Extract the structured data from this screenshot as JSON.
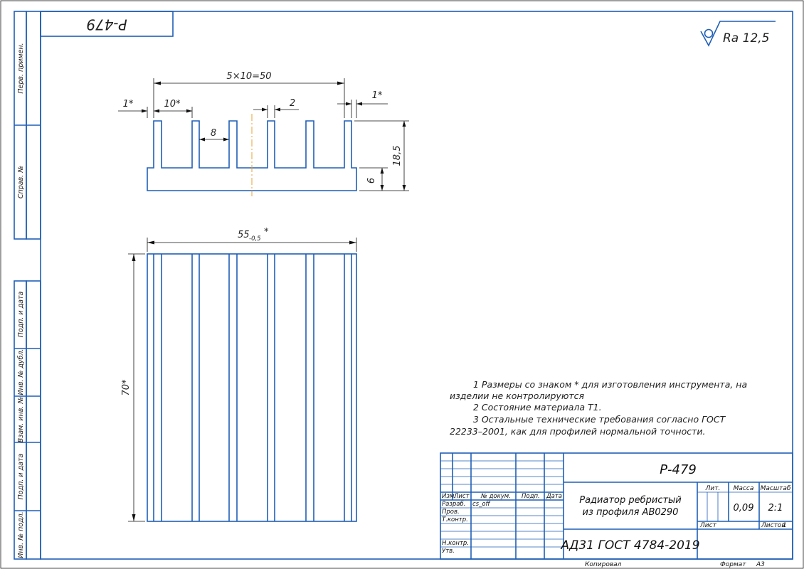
{
  "drawing": {
    "code_box": "Р-479",
    "roughness": "Ra 12,5",
    "side_labels": [
      "Перв. примен.",
      "Справ. №",
      "Подп. и дата",
      "Инв. № дубл.",
      "Взам. инв. №",
      "Подп. и дата",
      "Инв. № подл."
    ],
    "dims": {
      "total_pitch": "5×10=50",
      "left_edge": "1*",
      "pitch": "10*",
      "fin_width": "2",
      "right_edge": "1*",
      "slot_width": "8",
      "height": "18,5",
      "base": "6",
      "width_main": "55",
      "width_tol": "-0,5",
      "width_star": "*",
      "length": "70*"
    },
    "notes": [
      "1 Размеры со знаком  *  для изготовления инструмента, на",
      "изделии не контролируются",
      "2 Состояние материала Т1.",
      "3 Остальные   технические   требования   согласно   ГОСТ",
      "22233–2001, как для профилей нормальной точности."
    ]
  },
  "title_block": {
    "designation": "Р-479",
    "name_line1": "Радиатор ребристый",
    "name_line2": "из профиля АВ0290",
    "material": "АД31 ГОСТ 4784-2019",
    "head": {
      "izm": "Изм.",
      "list": "Лист",
      "doc": "№ докум.",
      "sign": "Подп.",
      "date": "Дата"
    },
    "roles": [
      "Разраб.",
      "Пров.",
      "Т.контр.",
      "",
      "Н.контр.",
      "Утв."
    ],
    "developer": "cs_off",
    "lit": "Лит.",
    "mass_label": "Масса",
    "scale_label": "Масштаб",
    "mass": "0,09",
    "scale": "2:1",
    "sheet": "Лист",
    "sheets": "Листов",
    "sheets_count": "1",
    "copied": "Копировал",
    "format_label": "Формат",
    "format": "А3"
  }
}
